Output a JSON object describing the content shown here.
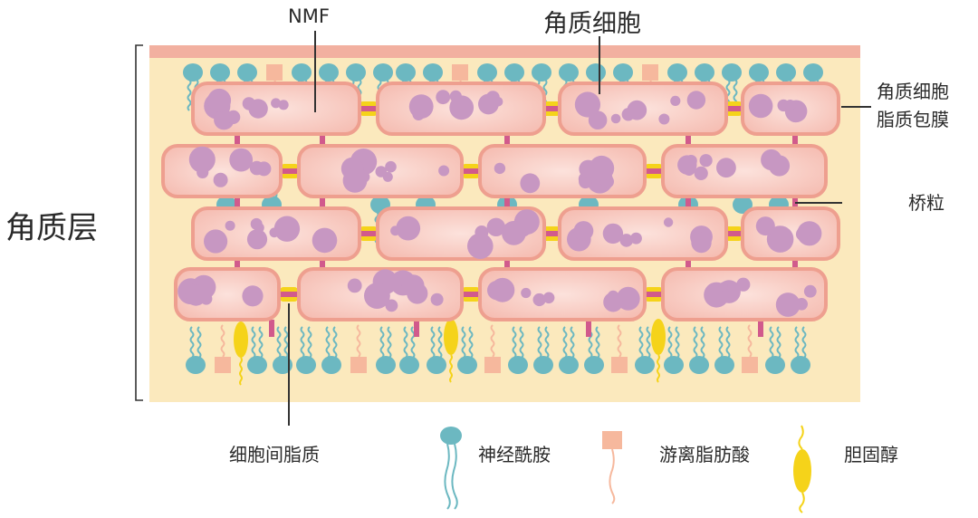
{
  "labels": {
    "stratum_corneum": "角质层",
    "nmf": "NMF",
    "corneocyte": "角质细胞",
    "corneocyte_envelope_line1": "角质细胞",
    "corneocyte_envelope_line2": "脂质包膜",
    "corneodesmosome": "桥粒",
    "intercellular_lipids": "细胞间脂质"
  },
  "legend": [
    {
      "label": "神经酰胺",
      "icon": "ceramide-icon",
      "color": "#6cb8c1"
    },
    {
      "label": "游离脂肪酸",
      "icon": "free-fatty-acid-icon",
      "color": "#f6b89d"
    },
    {
      "label": "胆固醇",
      "icon": "cholesterol-icon",
      "color": "#f5d31a"
    }
  ],
  "colors": {
    "background_band": "#fbe9bd",
    "top_edge": "#f2b0a0",
    "cell_fill": "#f7c7bd",
    "cell_border": "#ee9f8f",
    "nucleus": "#c797c2",
    "desmosome": "#d15a8c",
    "lipid_yellow": "#f5d31a",
    "ceramide": "#6cb8c1",
    "fatty_acid": "#f6b89d"
  }
}
